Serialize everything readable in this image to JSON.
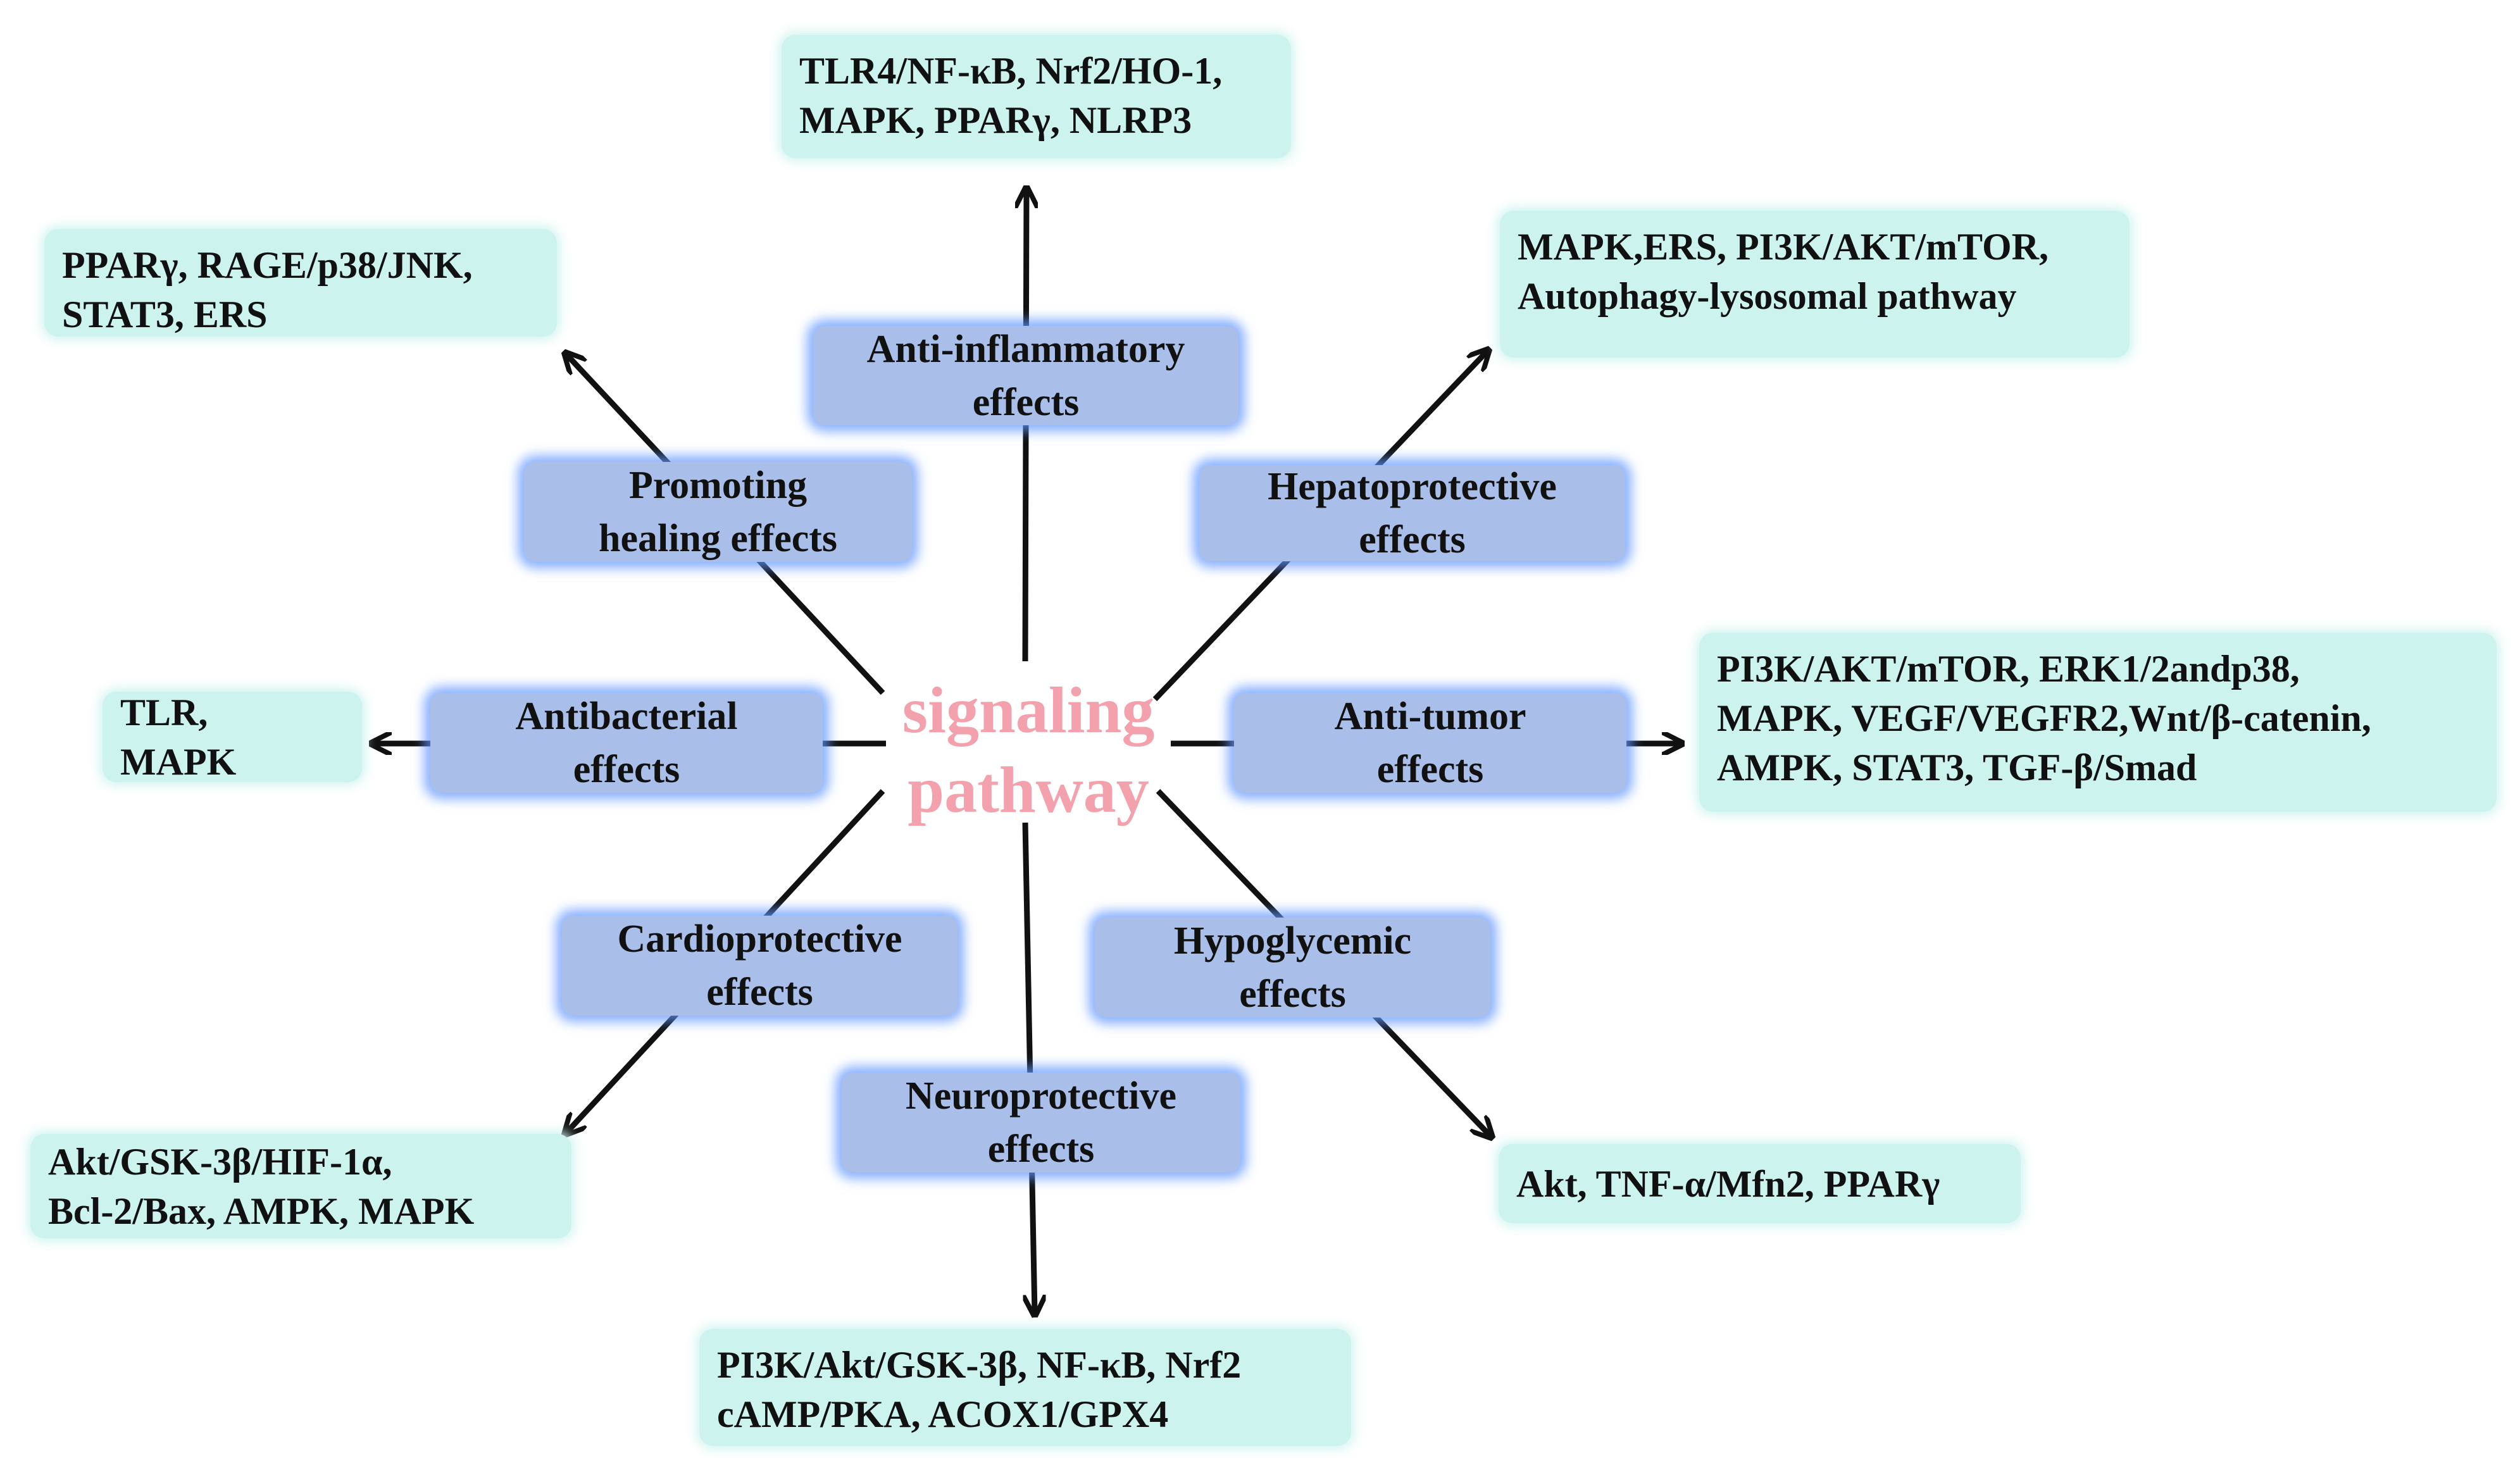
{
  "center": {
    "line1": "signaling",
    "line2": "pathway"
  },
  "effects": {
    "anti_inflammatory": {
      "line1": "Anti-inflammatory",
      "line2": "effects"
    },
    "promoting_healing": {
      "line1": "Promoting",
      "line2": "healing effects"
    },
    "hepatoprotective": {
      "line1": "Hepatoprotective",
      "line2": "effects"
    },
    "antibacterial": {
      "line1": "Antibacterial",
      "line2": "effects"
    },
    "anti_tumor": {
      "line1": "Anti-tumor",
      "line2": "effects"
    },
    "cardioprotective": {
      "line1": "Cardioprotective",
      "line2": "effects"
    },
    "hypoglycemic": {
      "line1": "Hypoglycemic",
      "line2": "effects"
    },
    "neuroprotective": {
      "line1": "Neuroprotective",
      "line2": "effects"
    }
  },
  "pathways": {
    "anti_inflammatory": {
      "line1": "TLR4/NF-κB, Nrf2/HO-1,",
      "line2": "MAPK, PPARγ, NLRP3"
    },
    "promoting_healing": {
      "line1": "PPARγ, RAGE/p38/JNK,",
      "line2": "STAT3, ERS"
    },
    "hepatoprotective": {
      "line1": "MAPK,ERS, PI3K/AKT/mTOR,",
      "line2": "Autophagy-lysosomal pathway"
    },
    "antibacterial": {
      "line1": "TLR,",
      "line2": "MAPK"
    },
    "anti_tumor": {
      "line1": "PI3K/AKT/mTOR, ERK1/2andp38,",
      "line2": "MAPK, VEGF/VEGFR2,Wnt/β-catenin,",
      "line3": "AMPK, STAT3, TGF-β/Smad"
    },
    "cardioprotective": {
      "line1": "Akt/GSK-3β/HIF-1α,",
      "line2": "Bcl-2/Bax, AMPK, MAPK"
    },
    "hypoglycemic": {
      "line1": "Akt, TNF-α/Mfn2, PPARγ"
    },
    "neuroprotective": {
      "line1": "PI3K/Akt/GSK-3β, NF-κB, Nrf2",
      "line2": "cAMP/PKA, ACOX1/GPX4"
    }
  },
  "colors": {
    "pathway_box": "#cdf3ee",
    "effect_box": "#a9bfe9",
    "effect_glow": "#6096ff",
    "center_text": "#f2a1ad",
    "arrow": "#111111"
  }
}
